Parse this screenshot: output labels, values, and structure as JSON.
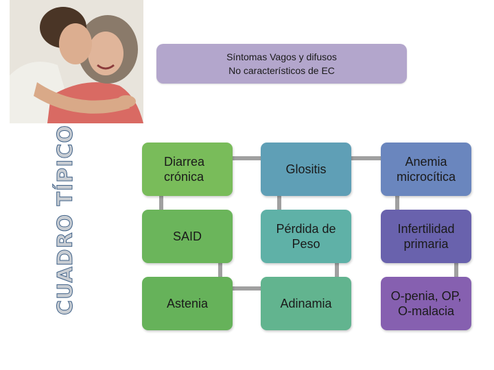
{
  "title": "CUADRO TÍPICO",
  "header": {
    "line1": "Síntomas Vagos y difusos",
    "line2": "No característicos de EC"
  },
  "photo": {
    "alt": "Pareja abrazándose"
  },
  "colors": {
    "col1": "#79bc5a",
    "col2": "#5fb1a7",
    "col3_top": "#6a86be",
    "col3_mid": "#6962ad",
    "col3_bot": "#8660b0",
    "header": "#b3a6cc",
    "title_fill": "#c8cdd3",
    "title_stroke": "#3d5f86"
  },
  "cards": [
    {
      "id": "diarrea",
      "label": "Diarrea crónica"
    },
    {
      "id": "glositis",
      "label": "Glositis"
    },
    {
      "id": "anemia",
      "label": "Anemia microcítica"
    },
    {
      "id": "said",
      "label": "SAID"
    },
    {
      "id": "perdida",
      "label": "Pérdida de Peso"
    },
    {
      "id": "infertilidad",
      "label": "Infertilidad primaria"
    },
    {
      "id": "astenia",
      "label": "Astenia"
    },
    {
      "id": "adinamia",
      "label": "Adinamia"
    },
    {
      "id": "openia",
      "label": "O-penia, OP, O-malacia"
    }
  ]
}
